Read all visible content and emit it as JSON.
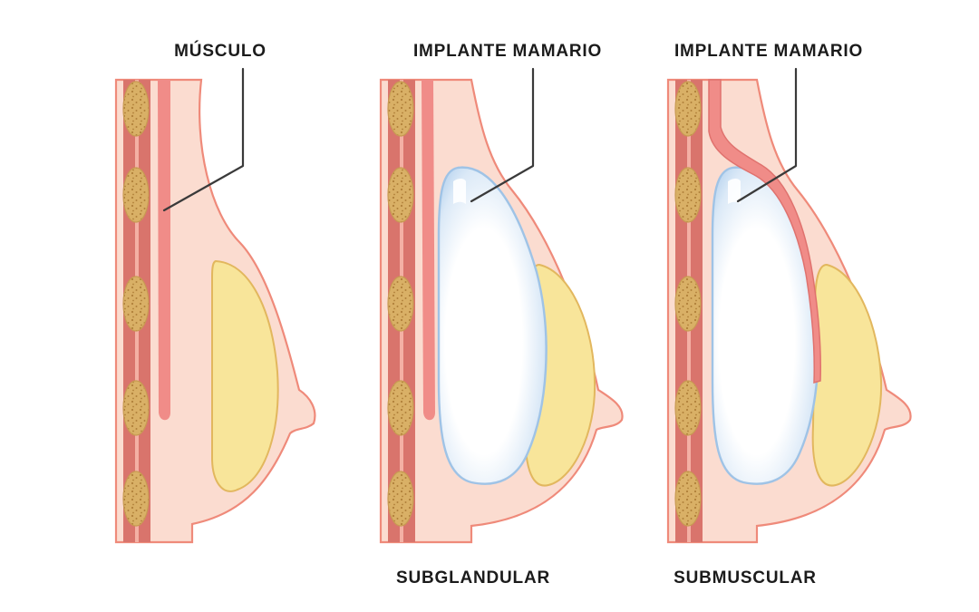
{
  "labels": {
    "muscle": "MÚSCULO",
    "implant_subglandular": "IMPLANTE MAMARIO",
    "implant_submuscular": "IMPLANTE MAMARIO"
  },
  "captions": {
    "subglandular": "SUBGLANDULAR",
    "submuscular": "SUBMUSCULAR"
  },
  "colors": {
    "skin": "#fbdcd0",
    "skin_outline": "#ef8a7a",
    "muscle": "#f08c88",
    "rib_wall": "#d9746c",
    "rib": "#d9b066",
    "gland": "#f8e59a",
    "gland_outline": "#e2b75e",
    "implant": "#dce9f6",
    "implant_outline": "#9fc3e6"
  }
}
